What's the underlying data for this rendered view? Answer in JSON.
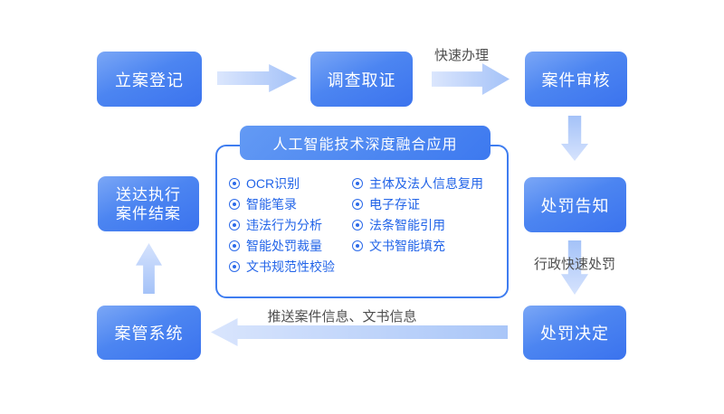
{
  "colors": {
    "node_gradient_start": "#7ba7f6",
    "node_gradient_end": "#3b73ee",
    "arrow_light": "#d9e5fd",
    "arrow_dark": "#a4c2f8",
    "panel_border": "#3f7df0",
    "item_text": "#2264e8",
    "label_text": "#4f4f4f"
  },
  "nodes": {
    "case_registration": {
      "label": "立案登记"
    },
    "investigation": {
      "label": "调查取证"
    },
    "case_review": {
      "label": "案件审核"
    },
    "penalty_notice": {
      "label": "处罚告知"
    },
    "penalty_decision": {
      "label": "处罚决定"
    },
    "case_mgmt_system": {
      "label": "案管系统"
    },
    "service_execution": {
      "line1": "送达执行",
      "line2": "案件结案"
    }
  },
  "arrow_labels": {
    "fast_processing": "快速办理",
    "admin_fast_penalty": "行政快速处罚",
    "push_info": "推送案件信息、文书信息"
  },
  "ai_panel": {
    "title": "人工智能技术深度融合应用",
    "left_items": [
      "OCR识别",
      "智能笔录",
      "违法行为分析",
      "智能处罚裁量",
      "文书规范性校验"
    ],
    "right_items": [
      "主体及法人信息复用",
      "电子存证",
      "法条智能引用",
      "文书智能填充"
    ]
  }
}
